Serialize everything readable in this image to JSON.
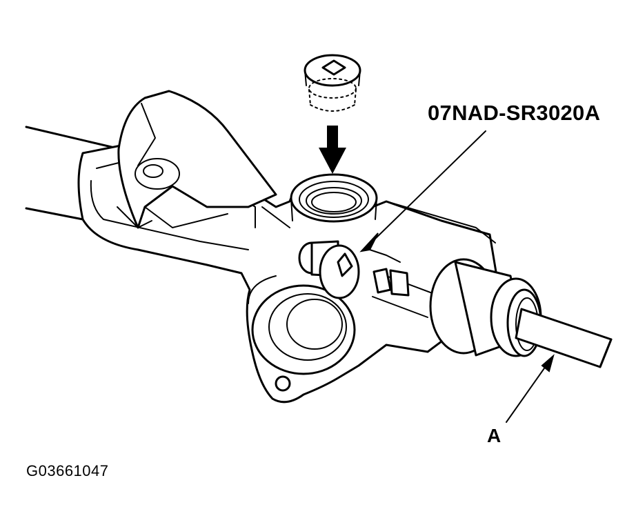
{
  "labels": {
    "tool_number": "07NAD-SR3020A",
    "callout_a": "A",
    "figure_code": "G03661047"
  },
  "colors": {
    "line": "#000000",
    "background": "#ffffff"
  }
}
